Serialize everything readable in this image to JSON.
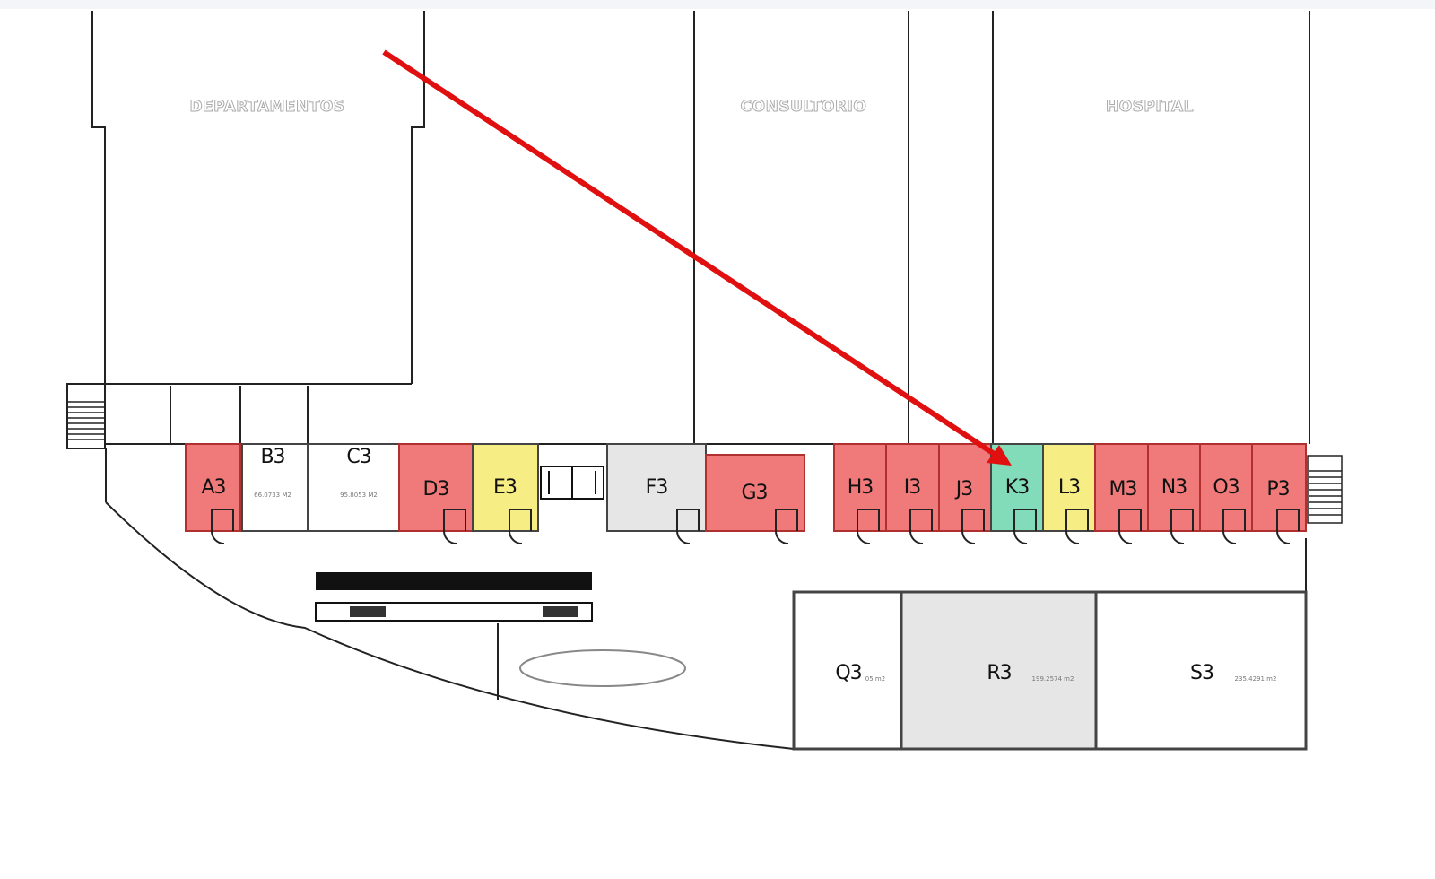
{
  "buildings": [
    "DEPARTAMENTOS",
    "CONSULTORIO",
    "HOSPITAL"
  ],
  "status_colors": {
    "sold": "#f07a7a",
    "reserved": "#f6ee84",
    "available": "#82dcb9",
    "blocked": "#e6e6e6",
    "open": "#ffffff"
  },
  "units": [
    {
      "label": "A3",
      "status": "sold"
    },
    {
      "label": "B3",
      "status": "open",
      "area": "66.0733 M2"
    },
    {
      "label": "C3",
      "status": "open",
      "area": "95.8053 M2"
    },
    {
      "label": "D3",
      "status": "sold"
    },
    {
      "label": "E3",
      "status": "reserved"
    },
    {
      "label": "F3",
      "status": "blocked"
    },
    {
      "label": "G3",
      "status": "sold"
    },
    {
      "label": "H3",
      "status": "sold"
    },
    {
      "label": "I3",
      "status": "sold"
    },
    {
      "label": "J3",
      "status": "sold"
    },
    {
      "label": "K3",
      "status": "available"
    },
    {
      "label": "L3",
      "status": "reserved"
    },
    {
      "label": "M3",
      "status": "sold"
    },
    {
      "label": "N3",
      "status": "sold"
    },
    {
      "label": "O3",
      "status": "sold"
    },
    {
      "label": "P3",
      "status": "sold"
    },
    {
      "label": "Q3",
      "status": "open",
      "area": "05 m2"
    },
    {
      "label": "R3",
      "status": "blocked",
      "area": "199.2574 m2"
    },
    {
      "label": "S3",
      "status": "open",
      "area": "235.4291 m2"
    }
  ],
  "pointer": {
    "color": "#e01010",
    "target": "K3"
  }
}
